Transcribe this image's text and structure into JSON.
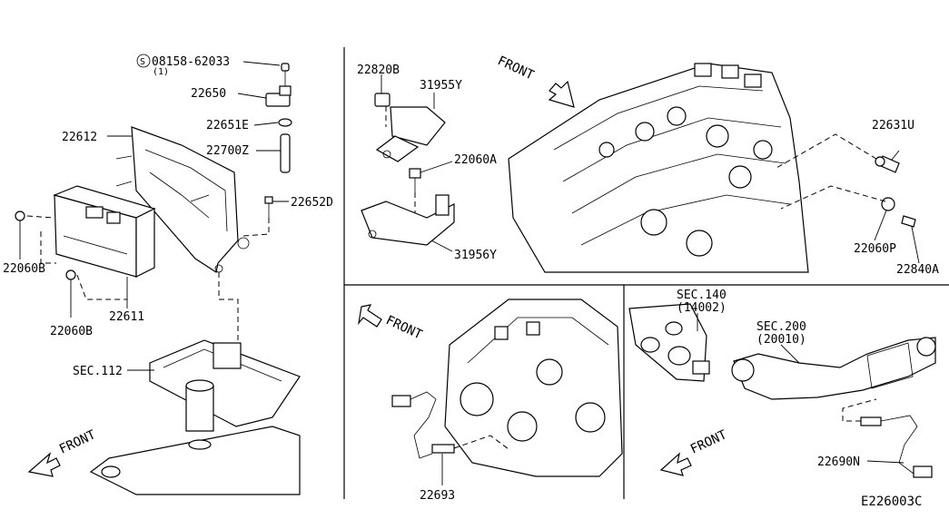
{
  "labels": {
    "p08158": "08158-62033",
    "p08158_qty": "(1)",
    "p08158_prefix": "S",
    "p22650": "22650",
    "p22651E": "22651E",
    "p22700Z": "22700Z",
    "p22612": "22612",
    "p22652D": "22652D",
    "p22060B_a": "22060B",
    "p22611": "22611",
    "p22060B_b": "22060B",
    "sec112": "SEC.112",
    "p22820B": "22820B",
    "p31955Y": "31955Y",
    "p22060A": "22060A",
    "p31956Y": "31956Y",
    "p22631U": "22631U",
    "p22060P": "22060P",
    "p22840A": "22840A",
    "sec140": "SEC.140",
    "sec140_sub": "(14002)",
    "sec200": "SEC.200",
    "sec200_sub": "(20010)",
    "p22693": "22693",
    "p22690N": "22690N"
  },
  "front_markers": [
    "FRONT",
    "FRONT",
    "FRONT",
    "FRONT"
  ],
  "diagram_id": "E226003C"
}
